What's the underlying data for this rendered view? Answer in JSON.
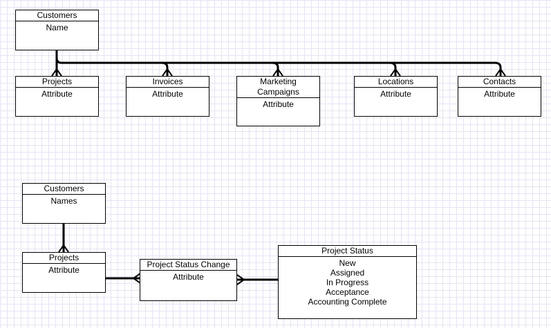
{
  "entities": {
    "customers_top": {
      "title": "Customers",
      "attributes": [
        "Name"
      ]
    },
    "projects_top": {
      "title": "Projects",
      "attributes": [
        "Attribute"
      ]
    },
    "invoices": {
      "title": "Invoices",
      "attributes": [
        "Attribute"
      ]
    },
    "marketing": {
      "title_lines": [
        "Marketing",
        "Campaigns"
      ],
      "attributes": [
        "Attribute"
      ]
    },
    "locations": {
      "title": "Locations",
      "attributes": [
        "Attribute"
      ]
    },
    "contacts": {
      "title": "Contacts",
      "attributes": [
        "Attribute"
      ]
    },
    "customers_bottom": {
      "title": "Customers",
      "attributes": [
        "Names"
      ]
    },
    "projects_bottom": {
      "title": "Projects",
      "attributes": [
        "Attribute"
      ]
    },
    "project_status_change": {
      "title": "Project Status Change",
      "attributes": [
        "Attribute"
      ]
    },
    "project_status": {
      "title": "Project Status",
      "attributes": [
        "New",
        "Assigned",
        "In Progress",
        "Acceptance",
        "Accounting Complete"
      ]
    }
  },
  "relationships": [
    {
      "from": "Customers",
      "to": "Projects",
      "type": "one-to-many"
    },
    {
      "from": "Customers",
      "to": "Invoices",
      "type": "one-to-many"
    },
    {
      "from": "Customers",
      "to": "Marketing Campaigns",
      "type": "one-to-many"
    },
    {
      "from": "Customers",
      "to": "Locations",
      "type": "one-to-many"
    },
    {
      "from": "Customers",
      "to": "Contacts",
      "type": "one-to-many"
    },
    {
      "from": "Customers",
      "to": "Projects",
      "type": "one-to-many"
    },
    {
      "from": "Projects",
      "to": "Project Status Change",
      "type": "one-to-many"
    },
    {
      "from": "Project Status",
      "to": "Project Status Change",
      "type": "one-to-many"
    }
  ]
}
